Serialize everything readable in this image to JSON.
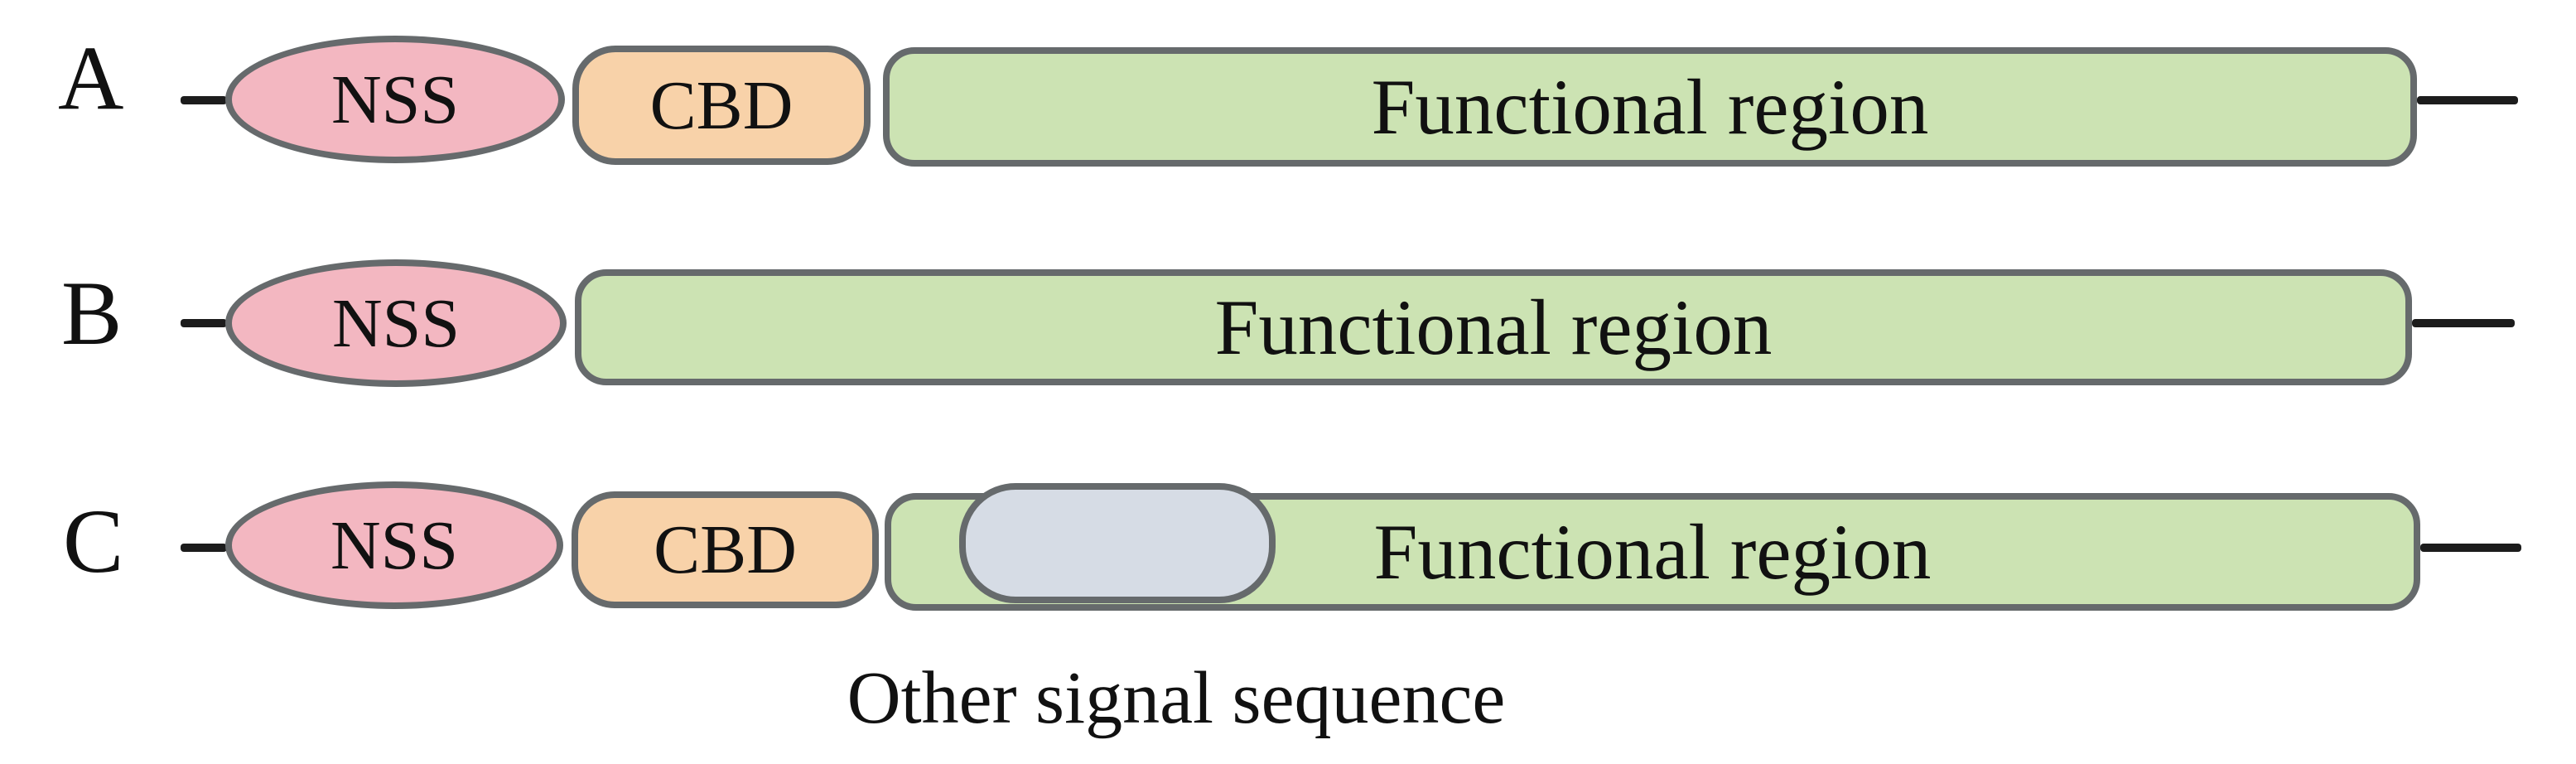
{
  "diagram": {
    "caption": "Other signal sequence",
    "rows": [
      {
        "label": "A",
        "nss": "NSS",
        "cbd": "CBD",
        "functional": "Functional region"
      },
      {
        "label": "B",
        "nss": "NSS",
        "functional": "Functional region"
      },
      {
        "label": "C",
        "nss": "NSS",
        "cbd": "CBD",
        "functional": "Functional region"
      }
    ],
    "colors": {
      "background": "#ffffff",
      "nss-fill": "#f3b7c1",
      "cbd-fill": "#f8d2a9",
      "functional-fill": "#cce3b3",
      "other-signal-fill": "#d6dce5",
      "shape-border": "#666a6c",
      "backbone-line": "#1c1c1c",
      "text": "#111111"
    }
  }
}
